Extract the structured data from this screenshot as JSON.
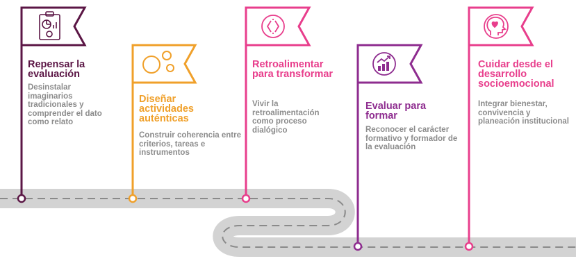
{
  "milestones": [
    {
      "title": "Repensar la evaluación",
      "description": "Desinstalar imaginarios tradicionales y comprender el dato como relato",
      "color": "#5b1645",
      "icon": "clipboard-chart-icon"
    },
    {
      "title": "Diseñar actividades auténticas",
      "description": "Construir coherencia entre criterios, tareas e instrumentos",
      "color": "#f0a02a",
      "icon": "circles-icon"
    },
    {
      "title": "Retroalimentar para transformar",
      "description": "Vivir la retroalimentación como proceso dialógico",
      "color": "#e83e8c",
      "icon": "arrows-cycle-icon"
    },
    {
      "title": "Evaluar para formar",
      "description": "Reconocer el carácter formativo y formador de la evaluación",
      "color": "#8e2c8f",
      "icon": "growth-chart-icon"
    },
    {
      "title": "Cuidar desde el desarrollo socioemocional",
      "description": "Integrar bienestar, convivencia y planeación institucional",
      "color": "#e83e8c",
      "icon": "head-heart-icon"
    }
  ],
  "road": {
    "color": "#d3d3d3",
    "dash_color": "#8a8a8a"
  }
}
